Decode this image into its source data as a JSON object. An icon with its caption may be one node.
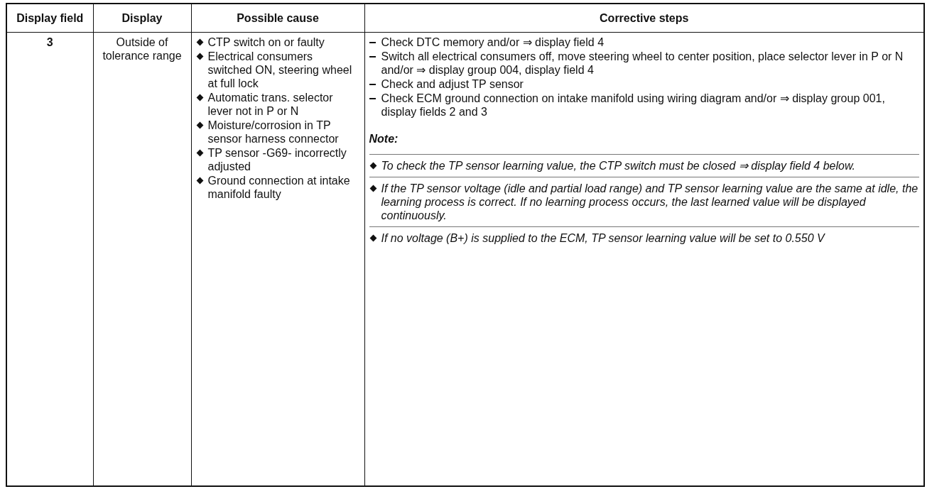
{
  "diagram": {
    "labels": [
      "Display field",
      "Display",
      "Possible cause",
      "Corrective steps",
      "3",
      "Outside of tolerance range",
      "CTP switch on or faulty",
      "Electrical consumers switched ON, steering wheel at full lock",
      "Automatic trans. selector lever not in P or N",
      "Moisture/corrosion in TP sensor harness connector",
      "TP sensor -G69- incorrectly adjusted",
      "Ground connection at intake manifold faulty",
      "Check DTC memory and/or ⇒ display field 4",
      "Switch all electrical consumers off, move steering wheel to center position, place selector lever in P or N and/or ⇒ display group 004, display field 4",
      "Check and adjust TP sensor",
      "Check ECM ground connection on intake manifold using wiring diagram and/or ⇒ display group 001, display fields 2 and 3",
      "Note:",
      "To check the TP sensor learning value, the CTP switch must be closed ⇒ display field 4 below.",
      "If the TP sensor voltage (idle and partial load range) and TP sensor learning value are the same at idle, the learning process is correct. If no learning process occurs, the last learned value will be displayed continuously.",
      "If no voltage (B+) is supplied to the ECM, TP sensor learning value will be set to 0.550 V"
    ]
  }
}
